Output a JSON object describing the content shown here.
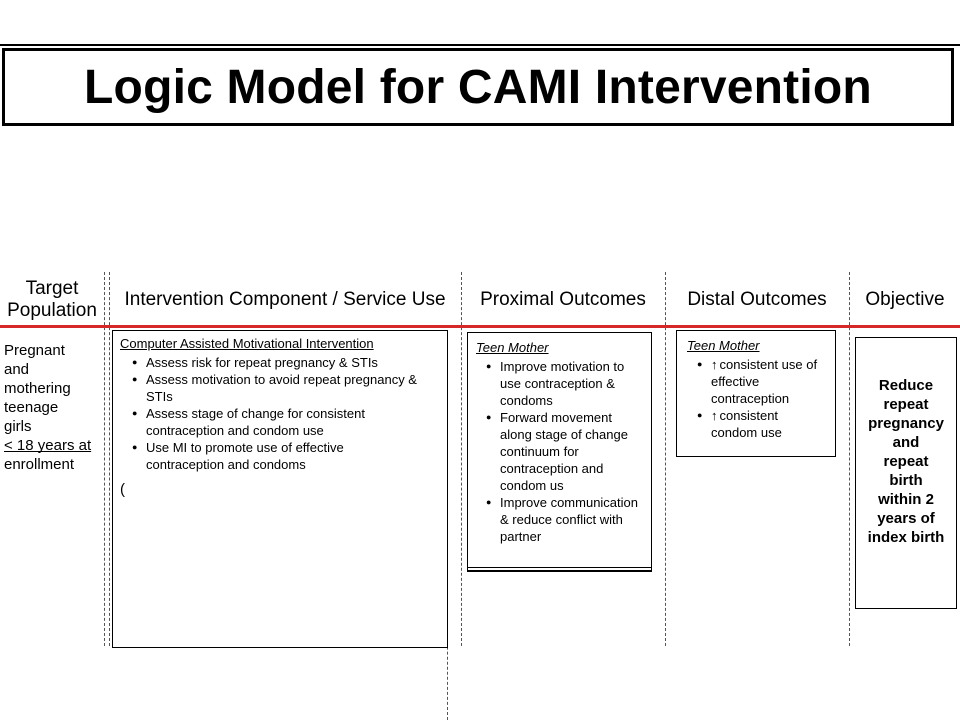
{
  "title": "Logic Model for CAMI Intervention",
  "headers": {
    "target_line1": "Target",
    "target_line2": "Population",
    "intervention": "Intervention Component / Service Use",
    "proximal": "Proximal Outcomes",
    "distal": "Distal Outcomes",
    "objective": "Objective"
  },
  "target_population": {
    "lines": [
      "Pregnant",
      "and",
      "mothering",
      "teenage",
      "girls",
      "< 18 years at",
      "enrollment"
    ]
  },
  "intervention": {
    "title": "Computer Assisted Motivational Intervention",
    "items": [
      "Assess risk for repeat pregnancy & STIs",
      "Assess motivation to avoid repeat pregnancy & STIs",
      "Assess stage of change for consistent contraception and condom use",
      "Use MI to promote use of effective contraception and condoms"
    ],
    "fragment": "("
  },
  "proximal": {
    "title": "Teen Mother",
    "items": [
      "Improve motivation to use contraception & condoms",
      "Forward movement along stage of change continuum for contraception and condom us",
      "Improve communication & reduce conflict with partner"
    ]
  },
  "distal": {
    "title": "Teen Mother",
    "arrow": "↑",
    "items": [
      "consistent use of effective contraception",
      "consistent condom use"
    ]
  },
  "objective": {
    "lines": [
      "Reduce",
      "repeat",
      "pregnancy",
      "and",
      "repeat",
      "birth",
      "within 2",
      "years of",
      "index birth"
    ]
  }
}
